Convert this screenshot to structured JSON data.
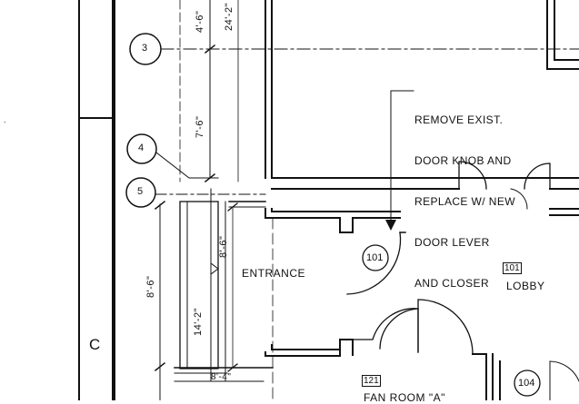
{
  "grid_labels": {
    "row_3": "3",
    "row_4": "4",
    "row_5": "5",
    "column_c": "C"
  },
  "dimensions": {
    "d1": "4'-6\"",
    "d2": "24'-2\"",
    "d3": "7'-6\"",
    "d4": "8'-6\"",
    "d5": "8'-6\"",
    "d6": "14'-2\"",
    "d7": "8'-4\""
  },
  "note": {
    "lines": [
      "REMOVE EXIST.",
      "DOOR KNOB AND",
      "REPLACE W/ NEW",
      "DOOR LEVER",
      "AND CLOSER"
    ]
  },
  "rooms": {
    "entrance": "ENTRANCE",
    "lobby": "LOBBY",
    "lobby_number": "101",
    "fan_room": "FAN ROOM \"A\"",
    "fan_room_number": "121"
  },
  "door_tags": {
    "door_101": "101",
    "door_104": "104"
  },
  "colors": {
    "ink": "#111111",
    "paper": "#ffffff"
  }
}
